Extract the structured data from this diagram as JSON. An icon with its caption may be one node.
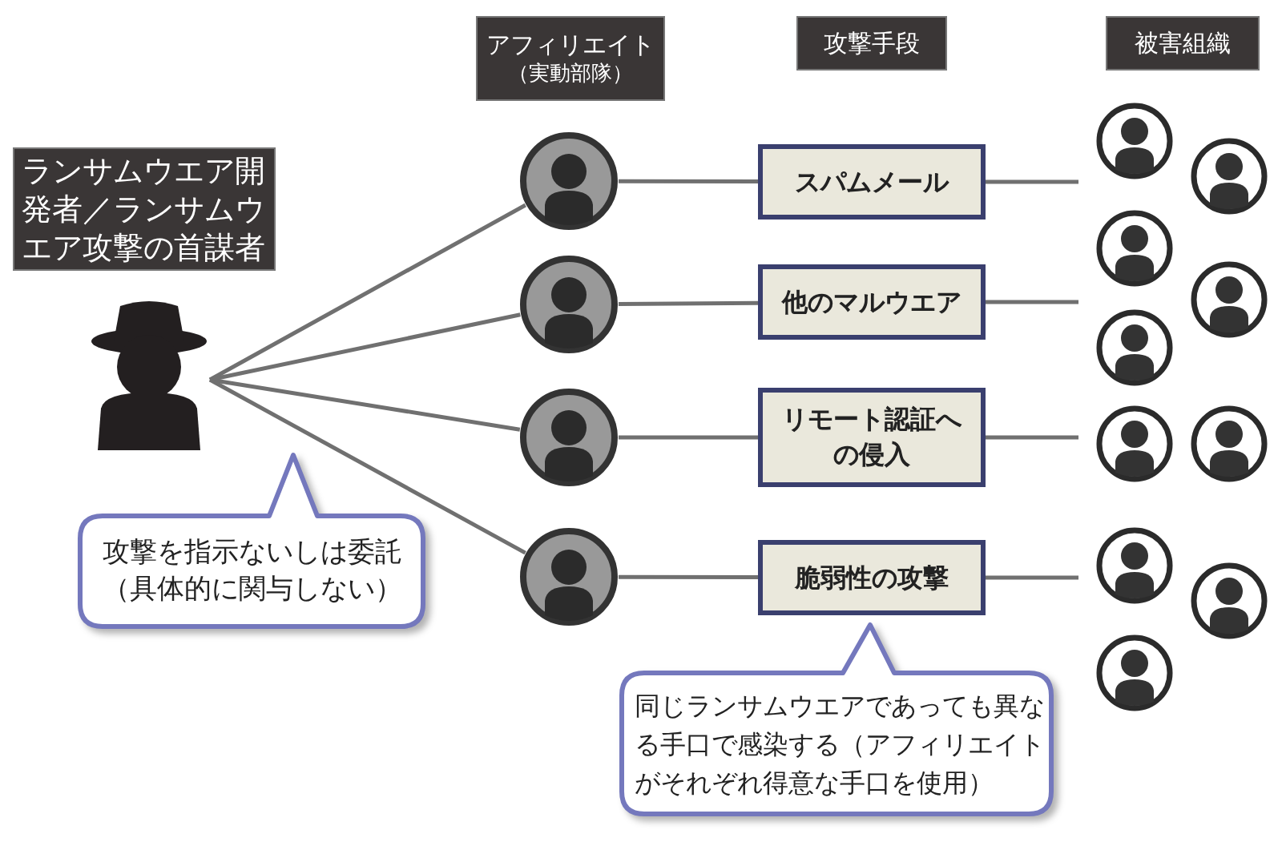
{
  "diagram": {
    "nodes": [
      {
        "text": [
          "アフィリエイト",
          "（実動部隊）"
        ]
      },
      {
        "text": [
          "攻撃手段"
        ]
      },
      {
        "text": [
          "被害組織"
        ]
      },
      {
        "text": [
          "ランサムウエア開発者／ランサムウエア攻撃の首謀者"
        ]
      },
      {
        "text": [],
        "shape": "person"
      },
      {
        "text": [],
        "shape": "person"
      },
      {
        "text": [],
        "shape": "person"
      },
      {
        "text": [],
        "shape": "person"
      },
      {
        "text": [],
        "shape": "person"
      },
      {
        "text": [
          "スパムメール"
        ]
      },
      {
        "text": [
          "他のマルウエア"
        ]
      },
      {
        "text": [
          "リモート認証への侵入"
        ]
      },
      {
        "text": [
          "脆弱性の攻撃"
        ]
      },
      {
        "text": [
          "攻撃を指示ないしは委託（具体的に関与しない）"
        ]
      },
      {
        "text": [
          "同じランサムウエアであっても異なる手口で感染する（アフィリエイトがそれぞれ得意な手口を使用）"
        ]
      },
      {
        "text": [],
        "shape": "person"
      },
      {
        "text": [],
        "shape": "person"
      },
      {
        "text": [],
        "shape": "person"
      },
      {
        "text": [],
        "shape": "person"
      },
      {
        "text": [],
        "shape": "person"
      },
      {
        "text": [],
        "shape": "person"
      },
      {
        "text": [],
        "shape": "person"
      },
      {
        "text": [],
        "shape": "person"
      },
      {
        "text": [],
        "shape": "person"
      },
      {
        "text": [],
        "shape": "person"
      }
    ],
    "edges": [
      {
        "from": 4,
        "to": 5,
        "arrow": "none"
      },
      {
        "from": 4,
        "to": 6,
        "arrow": "none"
      },
      {
        "from": 4,
        "to": 7,
        "arrow": "none"
      },
      {
        "from": 4,
        "to": 8,
        "arrow": "none"
      },
      {
        "from": 5,
        "to": 9,
        "arrow": "none"
      },
      {
        "from": 6,
        "to": 10,
        "arrow": "none"
      },
      {
        "from": 7,
        "to": 11,
        "arrow": "none"
      },
      {
        "from": 8,
        "to": 12,
        "arrow": "none"
      },
      {
        "from": 9,
        "to": null,
        "arrow": "none"
      },
      {
        "from": 10,
        "to": null,
        "arrow": "none"
      },
      {
        "from": 11,
        "to": null,
        "arrow": "none"
      },
      {
        "from": 12,
        "to": null,
        "arrow": "none"
      }
    ]
  }
}
